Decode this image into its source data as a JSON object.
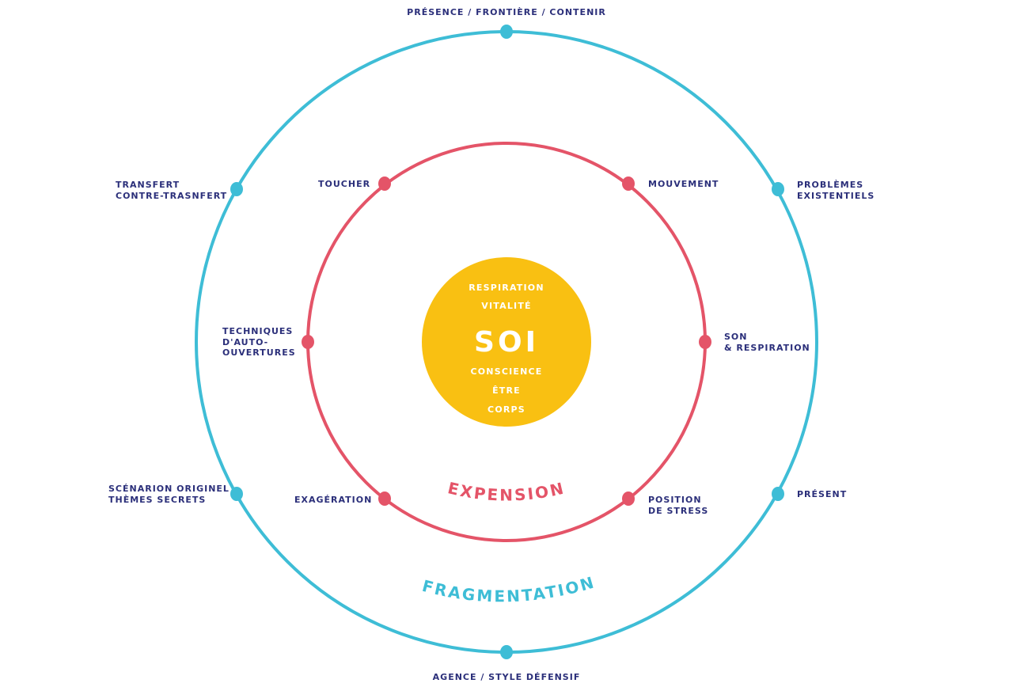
{
  "center": {
    "title": "SOI",
    "top_words": [
      "RESPIRATION",
      "VITALITÉ"
    ],
    "bottom_words": [
      "CONSCIENCE",
      "ÊTRE",
      "CORPS"
    ]
  },
  "inner_ring": {
    "name": "EXPENSION",
    "labels": {
      "top_left": [
        "TOUCHER"
      ],
      "top_right": [
        "MOUVEMENT"
      ],
      "left": [
        "TECHNIQUES",
        "D'AUTO-",
        "OUVERTURES"
      ],
      "right": [
        "SON",
        "& RESPIRATION"
      ],
      "bottom_left": [
        "EXAGÉRATION"
      ],
      "bottom_right": [
        "POSITION",
        "DE STRESS"
      ]
    }
  },
  "outer_ring": {
    "name": "FRAGMENTATION",
    "labels": {
      "top": [
        "PRÉSENCE / FRONTIÈRE / CONTENIR"
      ],
      "top_left": [
        "TRANSFERT",
        "CONTRE-TRASNFERT"
      ],
      "top_right": [
        "PROBLÈMES",
        "EXISTENTIELS"
      ],
      "bottom_left": [
        "SCÉNARION ORIGINEL",
        "THÈMES SECRETS"
      ],
      "bottom_right": [
        "PRÉSENT"
      ],
      "bottom": [
        "AGENCE / STYLE DÉFENSIF"
      ]
    }
  },
  "colors": {
    "outer_ring": "#3ebdd6",
    "inner_ring": "#e45468",
    "core": "#f9c012",
    "label_text": "#2b2f7a"
  }
}
